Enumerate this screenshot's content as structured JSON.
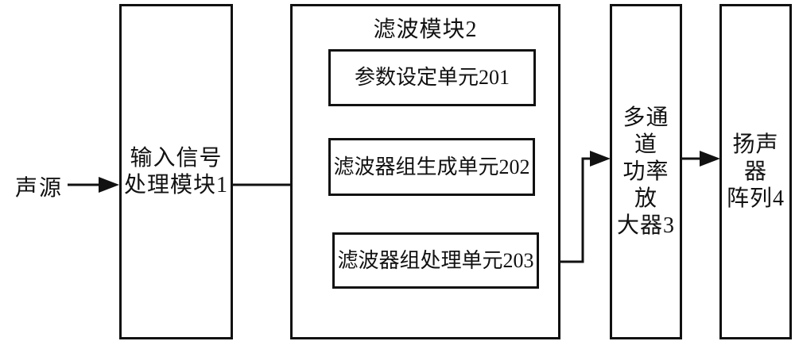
{
  "diagram": {
    "background_color": "#ffffff",
    "line_color": "#111111",
    "source_label": "声源",
    "module1_label": "输入信号\n处理模块1",
    "filter_module": {
      "title": "滤波模块2",
      "unit201_label": "参数设定单元201",
      "unit202_label": "滤波器组生成单元202",
      "unit203_label": "滤波器组处理单元203"
    },
    "amplifier_label": "多通道\n功率放\n大器3",
    "speaker_label": "扬声器\n阵列4",
    "connections": [
      {
        "from": "声源",
        "to": "输入信号处理模块1"
      },
      {
        "from": "输入信号处理模块1",
        "to": "滤波器组处理单元203"
      },
      {
        "from": "参数设定单元201",
        "to": "滤波器组生成单元202"
      },
      {
        "from": "滤波器组生成单元202",
        "to": "滤波器组处理单元203"
      },
      {
        "from": "滤波器组处理单元203",
        "to": "多通道功率放大器3"
      },
      {
        "from": "多通道功率放大器3",
        "to": "扬声器阵列4"
      }
    ]
  }
}
